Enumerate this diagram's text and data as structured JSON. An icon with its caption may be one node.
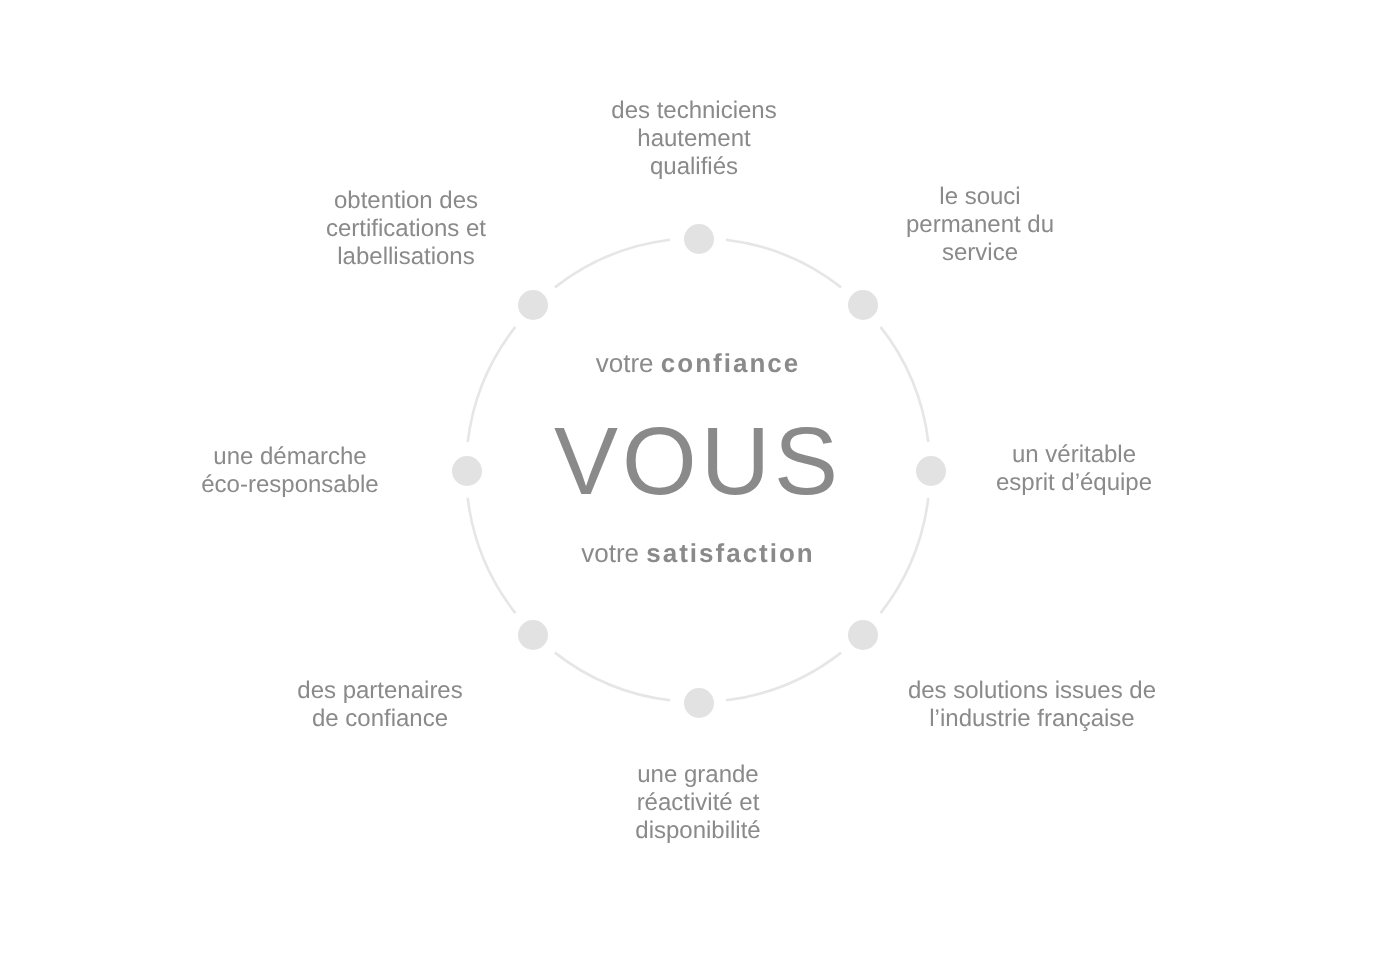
{
  "diagram": {
    "nodes": [
      {
        "text": [],
        "shape": "circle",
        "beside": [
          "des techniciens hautement qualifiés"
        ]
      },
      {
        "text": [],
        "shape": "circle",
        "beside": [
          "obtention des certifications et labellisations"
        ]
      },
      {
        "text": [],
        "shape": "circle",
        "beside": [
          "le souci permanent du service"
        ]
      },
      {
        "text": [],
        "shape": "circle",
        "beside": [
          "une démarche éco-responsable"
        ]
      },
      {
        "text": [],
        "shape": "circle",
        "beside": [
          "un véritable esprit d’équipe"
        ]
      },
      {
        "text": [],
        "shape": "circle",
        "beside": [
          "des partenaires de confiance"
        ]
      },
      {
        "text": [],
        "shape": "circle",
        "beside": [
          "des solutions issues de l’industrie française"
        ]
      },
      {
        "text": [],
        "shape": "circle",
        "beside": [
          "une grande réactivité et disponibilité"
        ]
      }
    ],
    "edges": [
      {
        "from": 0,
        "to": 2,
        "arrow": "none"
      },
      {
        "from": 2,
        "to": 4,
        "arrow": "none"
      },
      {
        "from": 4,
        "to": 6,
        "arrow": "none"
      },
      {
        "from": 6,
        "to": 7,
        "arrow": "none"
      },
      {
        "from": 7,
        "to": 5,
        "arrow": "none"
      },
      {
        "from": 5,
        "to": 3,
        "arrow": "none"
      },
      {
        "from": 3,
        "to": 1,
        "arrow": "none"
      },
      {
        "from": 1,
        "to": 0,
        "arrow": "none"
      }
    ],
    "labels": [
      "votre **confiance**",
      "VOUS",
      "votre **satisfaction**"
    ]
  }
}
